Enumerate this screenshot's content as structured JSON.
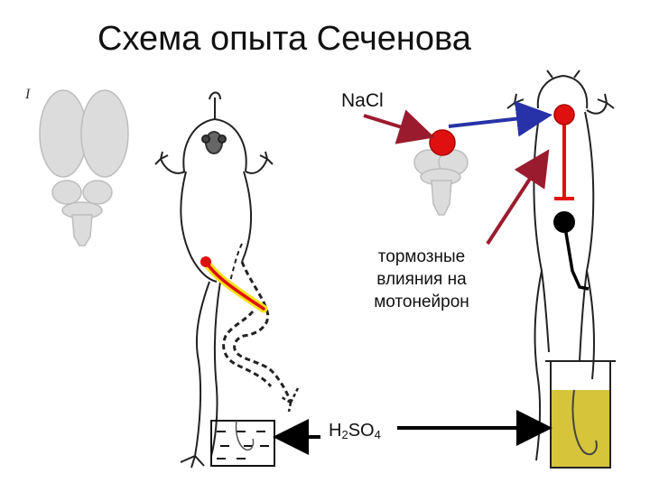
{
  "title": "Схема опыта Сеченова",
  "labels": {
    "stimulus": "NaCl",
    "inhibition_line1": "тормозные",
    "inhibition_line2": "влияния на",
    "inhibition_line3": "мотонейрон",
    "acid_formula": "H₂SO₄",
    "acid_H": "H",
    "acid_2": "2",
    "acid_SO": "SO",
    "acid_4": "4",
    "figure_numeral": "I"
  },
  "colors": {
    "stimulus_dot": "#e01010",
    "inhibition_arrow": "#9b1b2e",
    "pathway_arrow": "#2832a8",
    "reflex_path": "#e01010",
    "motoneuron_dot": "#000000",
    "acid_solution": "#d6c43a",
    "leg_highlight": "#f5e21a"
  }
}
